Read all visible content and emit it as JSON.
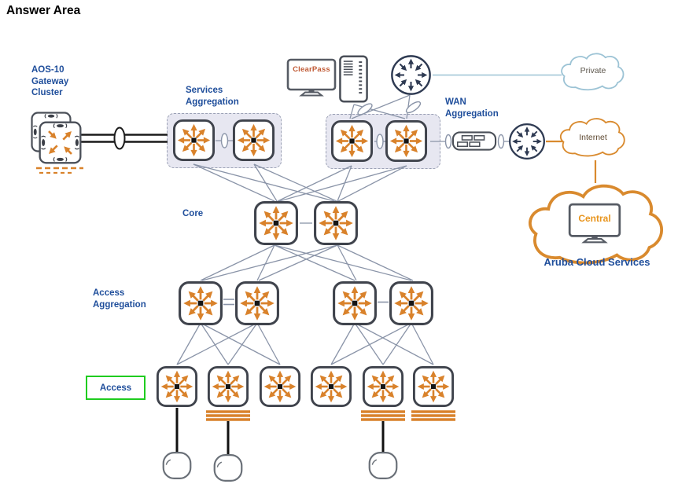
{
  "title": "Answer Area",
  "labels": {
    "gateway_cluster": "AOS-10\nGateway\nCluster",
    "services_aggregation": "Services\nAggregation",
    "wan_aggregation": "WAN\nAggregation",
    "core": "Core",
    "access_aggregation": "Access\nAggregation",
    "access": "Access",
    "aruba_cloud_services": "Aruba Cloud Services"
  },
  "devices": {
    "clearpass": "ClearPass",
    "central": "Central"
  },
  "clouds": {
    "private": "Private",
    "internet": "Internet"
  },
  "colors": {
    "label_blue": "#1f4e9b",
    "device_orange": "#d9822b",
    "cloud_orange": "#d98a2e",
    "private_cloud_blue": "#9cc3d5",
    "access_highlight_green": "#1fcc1f",
    "link_gray": "#8a94a8"
  }
}
